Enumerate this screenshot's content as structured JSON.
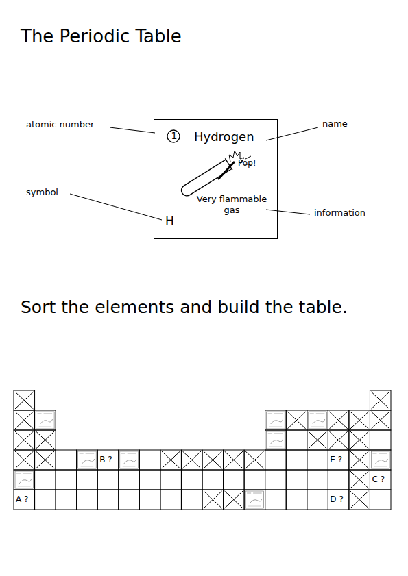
{
  "diagram": {
    "title": "The Periodic Table",
    "nodes": [
      {
        "text": [
          "1",
          "Hydrogen",
          "Pop!",
          "Very flammable gas",
          "H"
        ]
      }
    ],
    "labels": [
      "atomic number",
      "name",
      "symbol",
      "information",
      "Sort the elements and build the table.",
      "B ?",
      "E ?",
      "C ?",
      "A ?",
      "D ?"
    ]
  }
}
